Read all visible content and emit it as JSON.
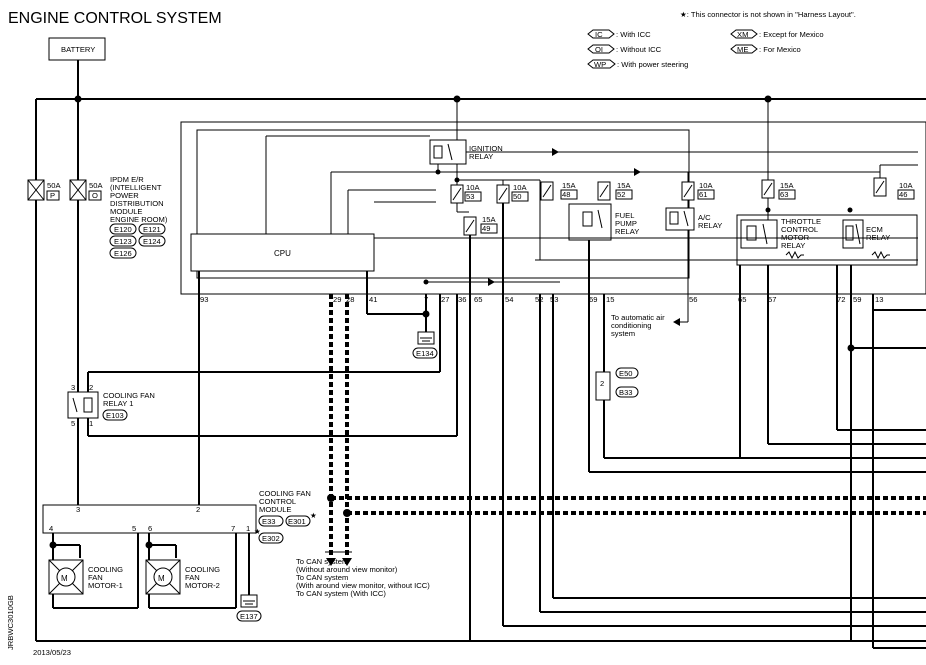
{
  "title": "ENGINE CONTROL SYSTEM",
  "note": "★: This connector is not shown in \"Harness Layout\".",
  "legend": [
    {
      "code": "IC",
      "text": ": With ICC"
    },
    {
      "code": "OI",
      "text": ": Without ICC"
    },
    {
      "code": "WP",
      "text": ": With power steering"
    },
    {
      "code": "XM",
      "text": ": Except for Mexico"
    },
    {
      "code": "ME",
      "text": ": For Mexico"
    }
  ],
  "battery": "BATTERY",
  "ipdm": {
    "label": [
      "IPDM E/R",
      "(INTELLIGENT",
      "POWER",
      "DISTRIBUTION",
      "MODULE",
      "ENGINE ROOM)"
    ],
    "connectors": [
      "E120",
      "E121",
      "E123",
      "E124",
      "E126"
    ],
    "cpu": "CPU",
    "fusible_links": [
      {
        "amp": "50A",
        "code": "P"
      },
      {
        "amp": "50A",
        "code": "O"
      }
    ]
  },
  "relays": {
    "ignition": [
      "IGNITION",
      "RELAY"
    ],
    "fuel_pump": [
      "FUEL",
      "PUMP",
      "RELAY"
    ],
    "ac": [
      "A/C",
      "RELAY"
    ],
    "throttle": [
      "THROTTLE",
      "CONTROL",
      "MOTOR",
      "RELAY"
    ],
    "ecm": [
      "ECM",
      "RELAY"
    ],
    "cooling_fan_1": [
      "COOLING FAN",
      "RELAY 1"
    ],
    "cooling_fan_1_conn": "E103",
    "cooling_fan_1_pins": [
      "3",
      "2",
      "5",
      "1"
    ]
  },
  "fuses": [
    {
      "amp": "10A",
      "num": "53"
    },
    {
      "amp": "10A",
      "num": "50"
    },
    {
      "amp": "15A",
      "num": "48"
    },
    {
      "amp": "15A",
      "num": "52"
    },
    {
      "amp": "10A",
      "num": "61"
    },
    {
      "amp": "15A",
      "num": "49"
    },
    {
      "amp": "15A",
      "num": "63"
    },
    {
      "amp": "10A",
      "num": "46"
    }
  ],
  "pins": [
    "93",
    "29",
    "28",
    "41",
    "7",
    "27",
    "36",
    "65",
    "54",
    "52",
    "53",
    "69",
    "15",
    "56",
    "65",
    "57",
    "72",
    "59",
    "13"
  ],
  "grounds": [
    "E134",
    "E137"
  ],
  "ac_note": [
    "To automatic air",
    "conditioning",
    "system"
  ],
  "connector_e50": {
    "pin": "2",
    "connectors": [
      "E50",
      "B33"
    ]
  },
  "cooling_module": {
    "label": [
      "COOLING FAN",
      "CONTROL",
      "MODULE"
    ],
    "connectors": [
      "E33",
      "E301",
      "E302"
    ],
    "star": "★",
    "pins": [
      "3",
      "2",
      "4",
      "5",
      "6",
      "7",
      "1"
    ]
  },
  "motors": [
    {
      "label": [
        "COOLING",
        "FAN",
        "MOTOR-1"
      ],
      "symbol": "M"
    },
    {
      "label": [
        "COOLING",
        "FAN",
        "MOTOR-2"
      ],
      "symbol": "M"
    }
  ],
  "can_note": [
    "To CAN system",
    "(Without around view monitor)",
    "To CAN system",
    "(With around view monitor, without ICC)",
    "To CAN system (With ICC)"
  ],
  "date": "2013/05/23",
  "side_code": "JRBWC3010GB"
}
